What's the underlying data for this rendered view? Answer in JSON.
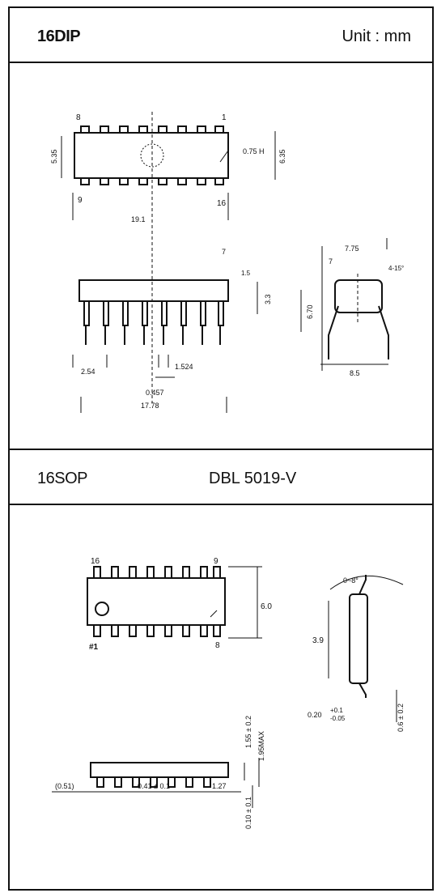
{
  "section1": {
    "title": "16DIP",
    "unit": "Unit : mm",
    "top_view": {
      "pin_top_left": "8",
      "pin_top_right": "1",
      "pin_bottom_left": "9",
      "pin_bottom_right": "16",
      "dim_body_width": "5.35",
      "dim_total_width": "6.35",
      "dim_075": "0.75 H",
      "dim_length": "19.1"
    },
    "side_view": {
      "dim_7": "7",
      "dim_15": "1.5",
      "dim_33": "3.3",
      "dim_pitch": "2.54",
      "dim_1524": "1.524",
      "dim_0457": "0.457",
      "dim_1778": "17.78"
    },
    "end_view": {
      "dim_775": "7.75",
      "dim_670": "6.70",
      "dim_85": "8.5",
      "dim_7": "7",
      "dim_angle": "4-15°"
    }
  },
  "section2": {
    "title": "16SOP",
    "part_number": "DBL 5019-V",
    "top_view": {
      "pin_top_left": "16",
      "pin_top_right": "9",
      "pin_bottom_left": "#1",
      "pin_bottom_right": "8",
      "dim_width": "6.0"
    },
    "end_view": {
      "angle": "0~8°",
      "dim_39": "3.9",
      "dim_thickness": "0.20",
      "tol_plus": "+0.1",
      "tol_minus": "-0.05",
      "dim_06": "0.6 ± 0.2"
    },
    "side_view": {
      "dim_155": "1.55 ± 0.2",
      "dim_195": "1.95MAX",
      "dim_051": "(0.51)",
      "dim_041": "0.41 ± 0.1",
      "dim_127": "1.27",
      "dim_010": "0.10 ± 0.1"
    }
  }
}
